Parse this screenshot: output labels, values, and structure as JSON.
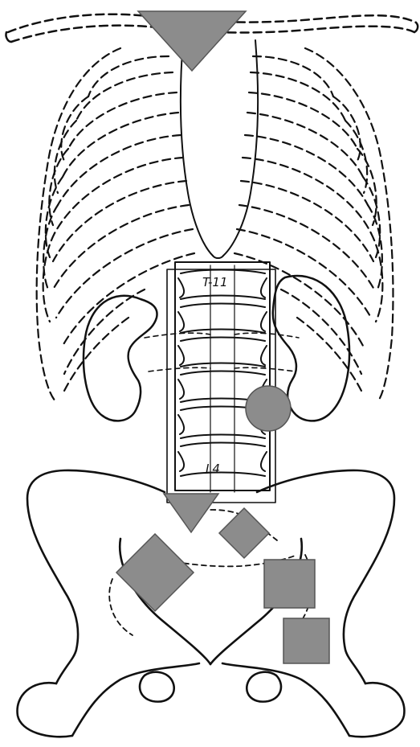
{
  "labels": {
    "upper_vertebra": "T-11",
    "lower_vertebra": "L4"
  },
  "colors": {
    "ink": "#111111",
    "marker_fill": "#8c8c8c",
    "marker_stroke": "#555555",
    "background": "#ffffff"
  },
  "markers": [
    {
      "name": "triangle-marker-sternum",
      "shape": "triangle"
    },
    {
      "name": "circle-marker-left-kidney",
      "shape": "circle"
    },
    {
      "name": "triangle-marker-sacrum",
      "shape": "triangle"
    },
    {
      "name": "diamond-marker-pelvis-left",
      "shape": "diamond"
    },
    {
      "name": "diamond-marker-pelvis-center",
      "shape": "diamond"
    },
    {
      "name": "square-marker-pelvis-right",
      "shape": "square"
    },
    {
      "name": "square-marker-pelvis-lower-right",
      "shape": "square"
    }
  ]
}
